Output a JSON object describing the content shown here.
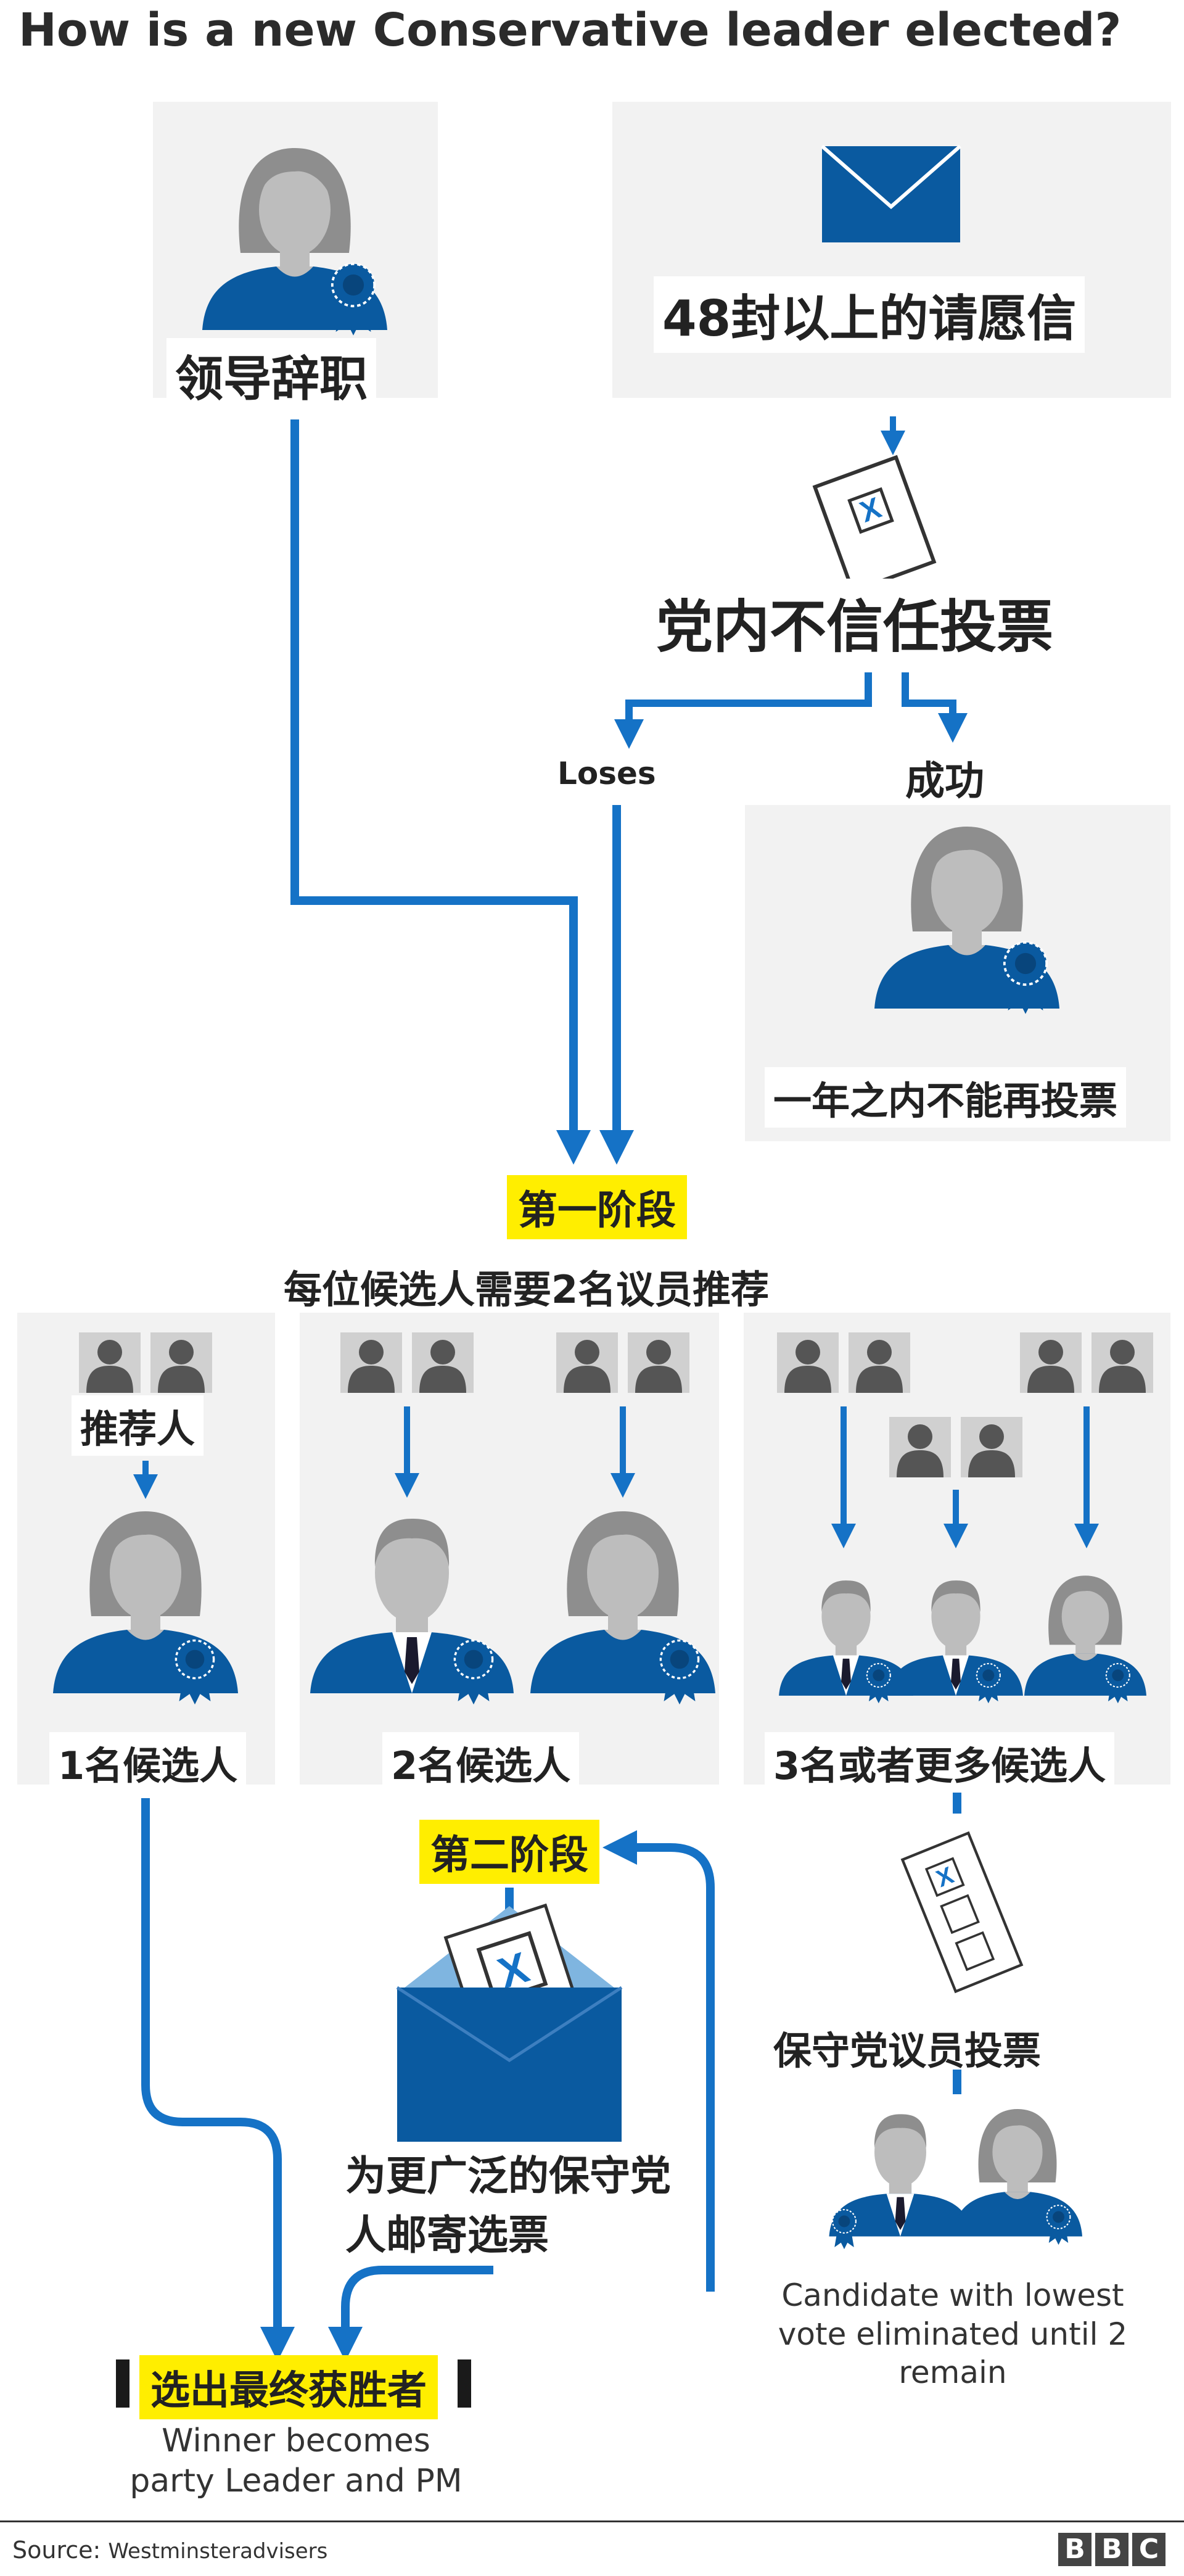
{
  "title": "How is a new Conservative leader elected?",
  "triggers": {
    "leader_resigns": "领导辞职",
    "letters": "48封以上的请愿信",
    "no_confidence_vote": "党内不信任投票",
    "loses": "Loses",
    "wins": "成功",
    "no_vote_for_year": "一年之内不能再投票"
  },
  "stage_one": {
    "label": "第一阶段",
    "requirement": "每位候选人需要2名议员推荐",
    "nominators": "推荐人",
    "one_candidate": "1名候选人",
    "two_candidates": "2名候选人",
    "three_or_more": "3名或者更多候选人"
  },
  "stage_two": {
    "label": "第二阶段",
    "mp_vote": "保守党议员投票",
    "eliminated": "Candidate with lowest vote eliminated until 2 remain",
    "postal_ballot": "为更广泛的保守党人邮寄选票"
  },
  "winner": {
    "label": "选出最终获胜者",
    "note": "Winner becomes party Leader and PM"
  },
  "footer": {
    "source_prefix": "Source:",
    "source_name": "Westminsteradvisers",
    "brand": [
      "B",
      "B",
      "C"
    ]
  },
  "colors": {
    "blue": "#0a5aa0",
    "arrow_blue": "#1572c6",
    "panel_gray": "#f2f2f2",
    "highlight_yellow": "#ffee00",
    "figure_gray": "#a9a9a9"
  }
}
